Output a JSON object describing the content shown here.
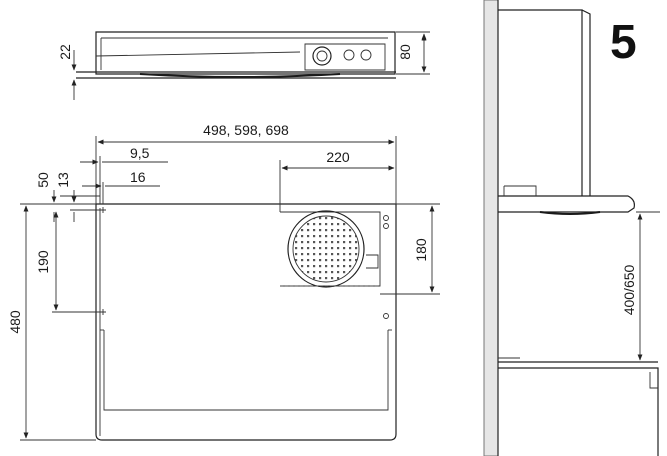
{
  "figure_number": "5",
  "top_view": {
    "dim_height_left": "22",
    "dim_height_right": "80"
  },
  "front_view": {
    "dim_width": "498, 598, 698",
    "dim_fan_width": "220",
    "dim_offset_a": "9,5",
    "dim_offset_b": "16",
    "dim_v_50": "50",
    "dim_v_13": "13",
    "dim_v_190": "190",
    "dim_height": "480",
    "dim_fan_height": "180"
  },
  "side_view": {
    "dim_clearance": "400/650"
  }
}
